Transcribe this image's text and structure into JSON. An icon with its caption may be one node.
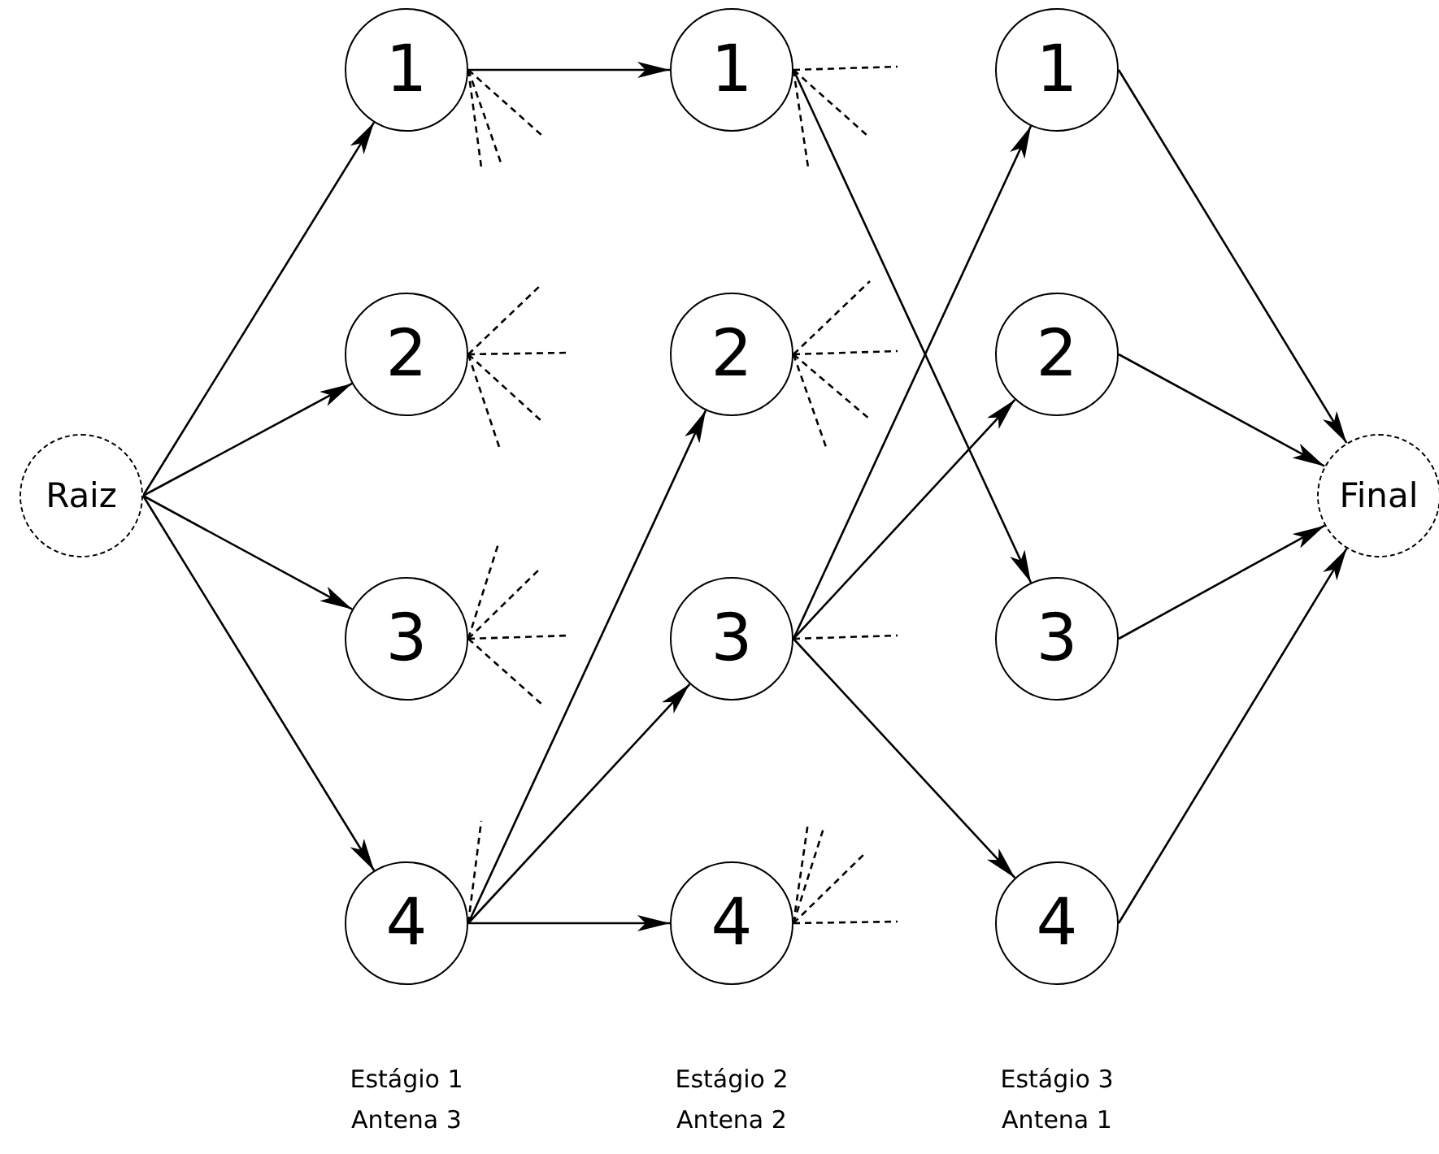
{
  "diagram": {
    "nodes": [
      {
        "text": [
          "Raiz"
        ]
      },
      {
        "text": [
          "1"
        ]
      },
      {
        "text": [
          "2"
        ]
      },
      {
        "text": [
          "3"
        ]
      },
      {
        "text": [
          "4"
        ]
      },
      {
        "text": [
          "1"
        ]
      },
      {
        "text": [
          "2"
        ]
      },
      {
        "text": [
          "3"
        ]
      },
      {
        "text": [
          "4"
        ]
      },
      {
        "text": [
          "1"
        ]
      },
      {
        "text": [
          "2"
        ]
      },
      {
        "text": [
          "3"
        ]
      },
      {
        "text": [
          "4"
        ]
      },
      {
        "text": [
          "Final"
        ]
      }
    ],
    "edges": [
      {
        "from": 0,
        "to": 1,
        "arrow": "to"
      },
      {
        "from": 0,
        "to": 2,
        "arrow": "to"
      },
      {
        "from": 0,
        "to": 3,
        "arrow": "to"
      },
      {
        "from": 0,
        "to": 4,
        "arrow": "to"
      },
      {
        "from": 1,
        "to": 5,
        "arrow": "to"
      },
      {
        "from": 4,
        "to": 6,
        "arrow": "to"
      },
      {
        "from": 4,
        "to": 7,
        "arrow": "to"
      },
      {
        "from": 4,
        "to": 8,
        "arrow": "to"
      },
      {
        "from": 5,
        "to": 11,
        "arrow": "to"
      },
      {
        "from": 7,
        "to": 9,
        "arrow": "to"
      },
      {
        "from": 7,
        "to": 10,
        "arrow": "to"
      },
      {
        "from": 7,
        "to": 12,
        "arrow": "to"
      },
      {
        "from": 9,
        "to": 13,
        "arrow": "to"
      },
      {
        "from": 10,
        "to": 13,
        "arrow": "to"
      },
      {
        "from": 11,
        "to": 13,
        "arrow": "to"
      },
      {
        "from": 12,
        "to": 13,
        "arrow": "to"
      },
      {
        "from": 1,
        "to": null,
        "arrow": "none",
        "style": "dashed"
      },
      {
        "from": 1,
        "to": null,
        "arrow": "none",
        "style": "dashed"
      },
      {
        "from": 1,
        "to": null,
        "arrow": "none",
        "style": "dashed"
      },
      {
        "from": 2,
        "to": null,
        "arrow": "none",
        "style": "dashed"
      },
      {
        "from": 2,
        "to": null,
        "arrow": "none",
        "style": "dashed"
      },
      {
        "from": 2,
        "to": null,
        "arrow": "none",
        "style": "dashed"
      },
      {
        "from": 2,
        "to": null,
        "arrow": "none",
        "style": "dashed"
      },
      {
        "from": 3,
        "to": null,
        "arrow": "none",
        "style": "dashed"
      },
      {
        "from": 3,
        "to": null,
        "arrow": "none",
        "style": "dashed"
      },
      {
        "from": 3,
        "to": null,
        "arrow": "none",
        "style": "dashed"
      },
      {
        "from": 3,
        "to": null,
        "arrow": "none",
        "style": "dashed"
      },
      {
        "from": 4,
        "to": null,
        "arrow": "none",
        "style": "dashed"
      },
      {
        "from": 5,
        "to": null,
        "arrow": "none",
        "style": "dashed"
      },
      {
        "from": 5,
        "to": null,
        "arrow": "none",
        "style": "dashed"
      },
      {
        "from": 5,
        "to": null,
        "arrow": "none",
        "style": "dashed"
      },
      {
        "from": 6,
        "to": null,
        "arrow": "none",
        "style": "dashed"
      },
      {
        "from": 6,
        "to": null,
        "arrow": "none",
        "style": "dashed"
      },
      {
        "from": 6,
        "to": null,
        "arrow": "none",
        "style": "dashed"
      },
      {
        "from": 6,
        "to": null,
        "arrow": "none",
        "style": "dashed"
      },
      {
        "from": 7,
        "to": null,
        "arrow": "none",
        "style": "dashed"
      },
      {
        "from": 8,
        "to": null,
        "arrow": "none",
        "style": "dashed"
      },
      {
        "from": 8,
        "to": null,
        "arrow": "none",
        "style": "dashed"
      },
      {
        "from": 8,
        "to": null,
        "arrow": "none",
        "style": "dashed"
      },
      {
        "from": 8,
        "to": null,
        "arrow": "none",
        "style": "dashed"
      }
    ],
    "labels": [
      "Estágio 1 Antena 3",
      "Estágio 2 Antena 2",
      "Estágio 3 Antena 1"
    ]
  }
}
